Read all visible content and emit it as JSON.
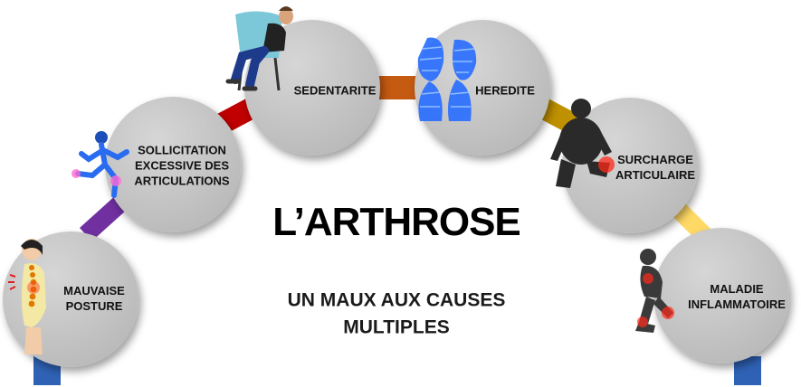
{
  "diagram": {
    "title": "L’ARTHROSE",
    "subtitle_line1": "UN MAUX AUX CAUSES",
    "subtitle_line2": "MULTIPLES",
    "causes": [
      {
        "id": "mauvaise-posture",
        "label_lines": [
          "MAUVAISE",
          "POSTURE"
        ],
        "connector_color": "#2f62b5",
        "illustration": "woman-posture-spine-icon"
      },
      {
        "id": "sollicitation",
        "label_lines": [
          "SOLLICITATION",
          "EXCESSIVE DES",
          "ARTICULATIONS"
        ],
        "connector_color": "#7030a0",
        "illustration": "running-skeleton-icon"
      },
      {
        "id": "sedentarite",
        "label_lines": [
          "SEDENTARITE"
        ],
        "connector_color": "#c00000",
        "illustration": "person-armchair-icon"
      },
      {
        "id": "heredite",
        "label_lines": [
          "HEREDITE"
        ],
        "connector_color": "#c55a11",
        "illustration": "chromosome-icon"
      },
      {
        "id": "surcharge",
        "label_lines": [
          "SURCHARGE",
          "ARTICULAIRE"
        ],
        "connector_color": "#bf9000",
        "illustration": "overweight-body-knee-icon"
      },
      {
        "id": "maladie",
        "label_lines": [
          "MALADIE",
          "INFLAMMATOIRE"
        ],
        "connector_color": "#ffd966",
        "illustration": "kneeling-body-inflamed-icon"
      }
    ],
    "end_connector_color": "#2f62b5"
  }
}
